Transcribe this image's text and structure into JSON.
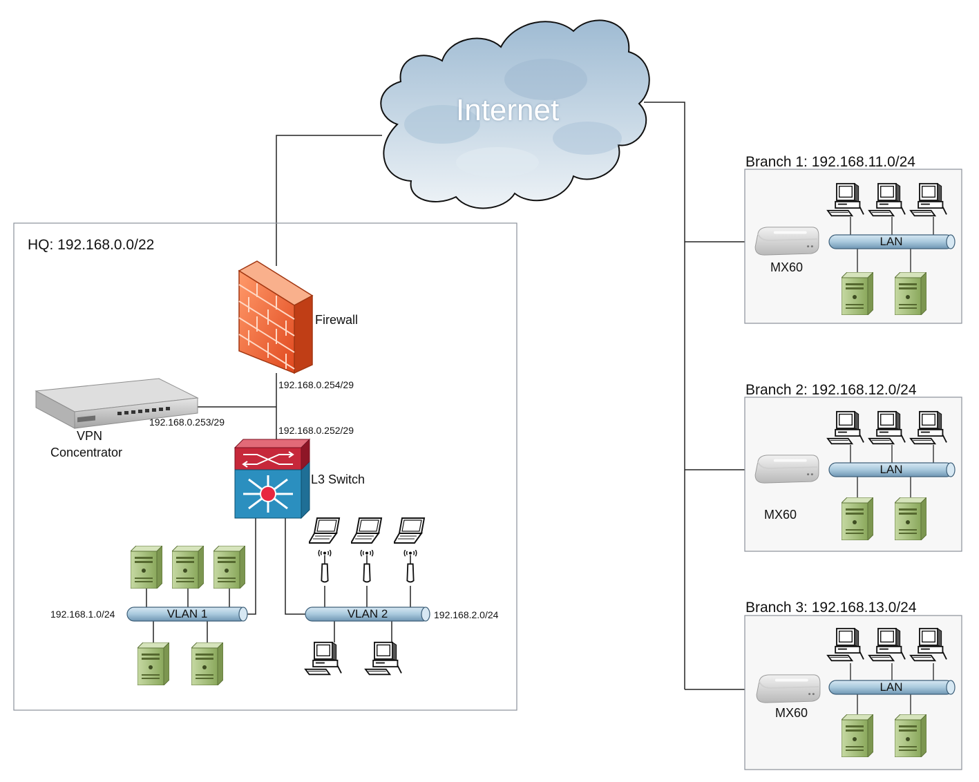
{
  "internet": {
    "label": "Internet"
  },
  "hq": {
    "title": "HQ: 192.168.0.0/22",
    "firewall": {
      "label": "Firewall",
      "ip": "192.168.0.254/29"
    },
    "vpn": {
      "label_line1": "VPN",
      "label_line2": "Concentrator",
      "ip": "192.168.0.253/29"
    },
    "l3switch": {
      "label": "L3 Switch",
      "ip": "192.168.0.252/29"
    },
    "vlan1": {
      "label": "VLAN 1",
      "subnet": "192.168.1.0/24"
    },
    "vlan2": {
      "label": "VLAN 2",
      "subnet": "192.168.2.0/24"
    }
  },
  "branches": [
    {
      "title": "Branch 1: 192.168.11.0/24",
      "router": "MX60",
      "lan": "LAN"
    },
    {
      "title": "Branch 2: 192.168.12.0/24",
      "router": "MX60",
      "lan": "LAN"
    },
    {
      "title": "Branch 3: 192.168.13.0/24",
      "router": "MX60",
      "lan": "LAN"
    }
  ],
  "colors": {
    "line": "#222222",
    "box_border": "#8a9099",
    "firewall": "#f26b3a",
    "switch_top": "#c6283a",
    "switch_bottom": "#2b8fbf",
    "pipe": "#a9c9dd",
    "server": "#a7c27a",
    "cloud": "#b9cfe0"
  }
}
